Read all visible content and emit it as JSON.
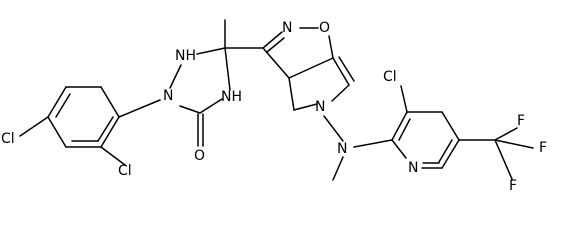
{
  "molecule": {
    "atoms": {
      "cl1": "Cl",
      "cl2": "Cl",
      "cl3": "Cl",
      "n1": "N",
      "nh1": "NH",
      "nh2": "NH",
      "o1": "O",
      "n2": "N",
      "o2": "O",
      "n3": "N",
      "n4": "N",
      "n5": "N",
      "f1": "F",
      "f2": "F",
      "f3": "F"
    }
  }
}
